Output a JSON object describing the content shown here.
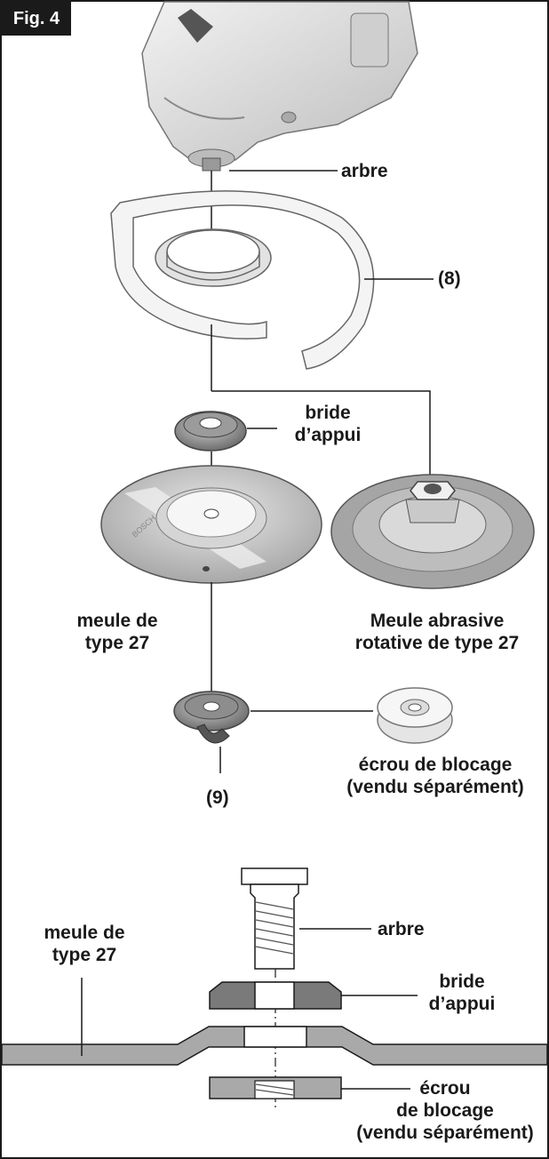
{
  "figure": {
    "badge": "Fig. 4"
  },
  "labels": {
    "arbre_top": "arbre",
    "part_8": "(8)",
    "bride_line1": "bride",
    "bride_line2": "d’appui",
    "meule_line1": "meule de",
    "meule_line2": "type 27",
    "abrasive_line1": "Meule abrasive",
    "abrasive_line2": "rotative de type 27",
    "ecrou_line1": "écrou de blocage",
    "ecrou_line2": "(vendu séparément)",
    "part_9": "(9)",
    "wheel_text": "BOSCH"
  },
  "section": {
    "meule_line1": "meule de",
    "meule_line2": "type 27",
    "arbre": "arbre",
    "bride_line1": "bride",
    "bride_line2": "d’appui",
    "ecrou_line1": "écrou",
    "ecrou_line2": "de blocage",
    "ecrou_line3": "(vendu séparément)"
  },
  "colors": {
    "ink": "#1a1a1a",
    "grey_light": "#d8d8d8",
    "grey_mid": "#a9a9a9",
    "grey_dark": "#7a7a7a"
  }
}
